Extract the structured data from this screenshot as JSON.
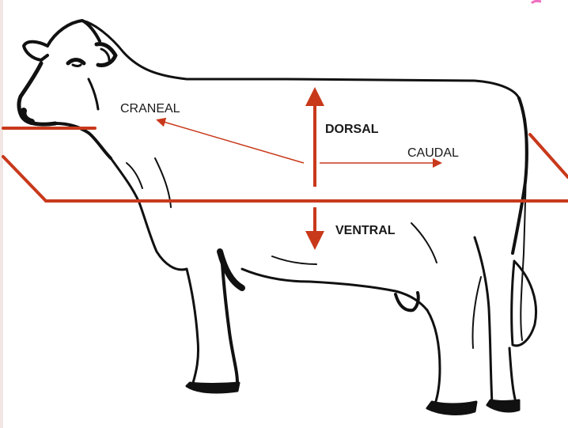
{
  "labels": {
    "craneal": "CRANEAL",
    "dorsal": "DORSAL",
    "caudal": "CAUDAL",
    "ventral": "VENTRAL"
  },
  "illustration": {
    "subject": "cow-outline",
    "plane_color": "#c8391b",
    "arrow_color": "#c8391b",
    "outline_color": "#111111"
  },
  "icons": {
    "corner_mark": "pink-brush-mark"
  }
}
